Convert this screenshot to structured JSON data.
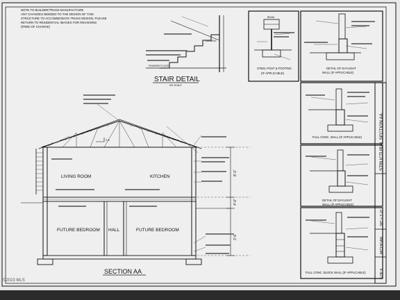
{
  "note": {
    "lines": [
      "NOTE TO BUILDER/TRUSS MANUFACTURE",
      "ANY CHANGES NEEDED TO THE DESIGN OF THIS",
      "STRUCTURE TO ACCOMMODATE TRUSS DESIGN, PLEASE",
      "RETURN TO RESIDENTIAL IMAGES FOR REVISIONS",
      "(FREE OF CHARGE)"
    ]
  },
  "stair": {
    "title": "STAIR DETAIL",
    "scale": "NO SCALE",
    "landing": "LANDING",
    "floor": "FINISHED FLOOR"
  },
  "steel_post": {
    "beam": "BEAM",
    "caption1": "STEEL POST & FOOTING",
    "caption2": "(IF APPLICABLE)"
  },
  "daylight_top": {
    "caption1": "DETAIL OF DAYLIGHT",
    "caption2": "WALL (IF APPLICABLE)"
  },
  "full_conc": {
    "caption": "FULL CONC. WALL (IF APPLICABLE)"
  },
  "daylight_mid": {
    "caption1": "DETAIL OF DAYLIGHT",
    "caption2": "WALL (IF APPLICABLE)"
  },
  "block": {
    "caption": "FULL CONC. BLOCK WALL (IF APPLICABLE)"
  },
  "section": {
    "title": "SECTION AA",
    "rooms": {
      "living": "LIVING ROOM",
      "kitchen": "KITCHEN",
      "bed_left": "FUTURE BEDROOM",
      "hall": "HALL",
      "bed_right": "FUTURE BEDROOM"
    },
    "dims": {
      "upper": "8'-1\"",
      "mid": "4'-0\"",
      "lower": "3'-6\""
    },
    "pitch": "2.5"
  },
  "title_block": {
    "main": "STRUCTURAL SECTION AA",
    "scale": "3/8\" = 1'-0\"",
    "state": "MICHIGAN",
    "sheet": "5 OF 9"
  },
  "footer": {
    "watermark": "©2023 MLS"
  }
}
